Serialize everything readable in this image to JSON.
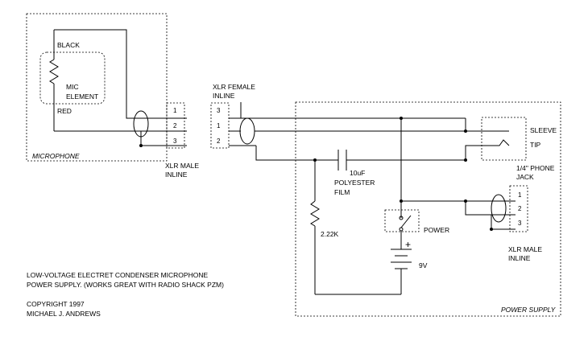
{
  "microphone": {
    "box_label": "MICROPHONE",
    "wire_black": "BLACK",
    "wire_red": "RED",
    "element_line1": "MIC",
    "element_line2": "ELEMENT"
  },
  "xlr_male_mic": {
    "pins": [
      "1",
      "2",
      "3"
    ],
    "label_line1": "XLR MALE",
    "label_line2": "INLINE"
  },
  "xlr_female": {
    "pins": [
      "3",
      "1",
      "2"
    ],
    "label_line1": "XLR FEMALE",
    "label_line2": "INLINE"
  },
  "power_supply": {
    "box_label": "POWER SUPPLY",
    "capacitor_line1": "10uF",
    "capacitor_line2": "POLYESTER",
    "capacitor_line3": "FILM",
    "resistor_label": "2.22K",
    "switch_label": "POWER",
    "battery_plus": "+",
    "battery_label": "9V",
    "phone_sleeve": "SLEEVE",
    "phone_tip": "TIP",
    "phone_jack_line1": "1/4\" PHONE",
    "phone_jack_line2": "JACK"
  },
  "xlr_male_out": {
    "pins": [
      "1",
      "2",
      "3"
    ],
    "label_line1": "XLR MALE",
    "label_line2": "INLINE"
  },
  "description": {
    "line1": "LOW-VOLTAGE ELECTRET CONDENSER MICROPHONE",
    "line2": "POWER SUPPLY.  (WORKS GREAT WITH RADIO SHACK PZM)",
    "line3": "COPYRIGHT 1997",
    "line4": "MICHAEL J. ANDREWS"
  }
}
